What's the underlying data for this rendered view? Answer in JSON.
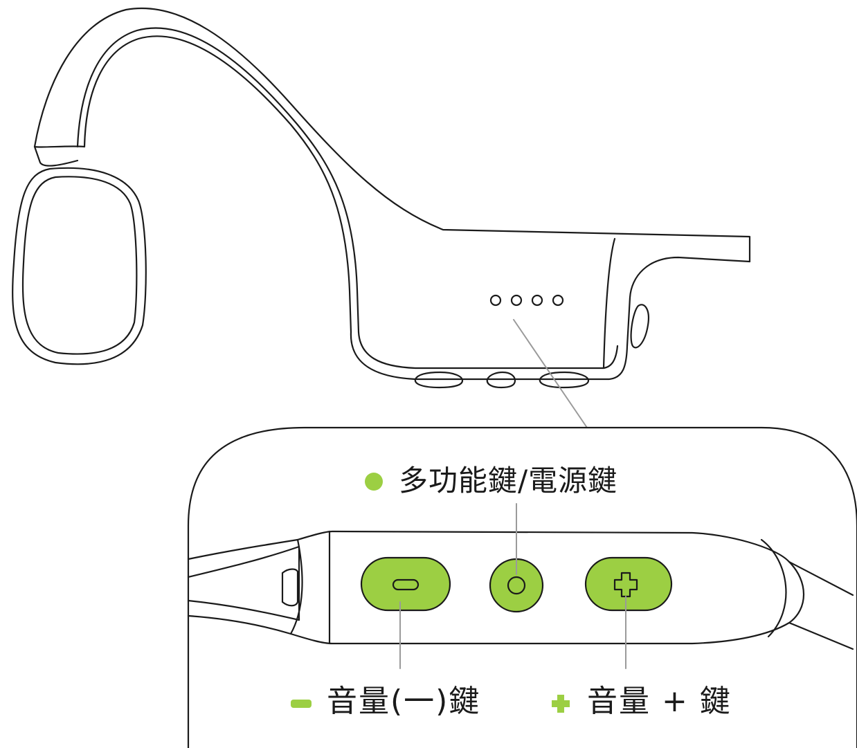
{
  "labels": {
    "power_button": "多功能鍵/電源鍵",
    "volume_down": "音量(一)鍵",
    "volume_up": "音量 + 鍵"
  },
  "colors": {
    "accent_green": "#9ccf43",
    "line": "#1a1a1a",
    "pointer_line": "#9a9a9a"
  },
  "icons": {
    "power_marker": "green-dot-icon",
    "volume_down_marker": "green-minus-icon",
    "volume_up_marker": "green-plus-icon"
  }
}
